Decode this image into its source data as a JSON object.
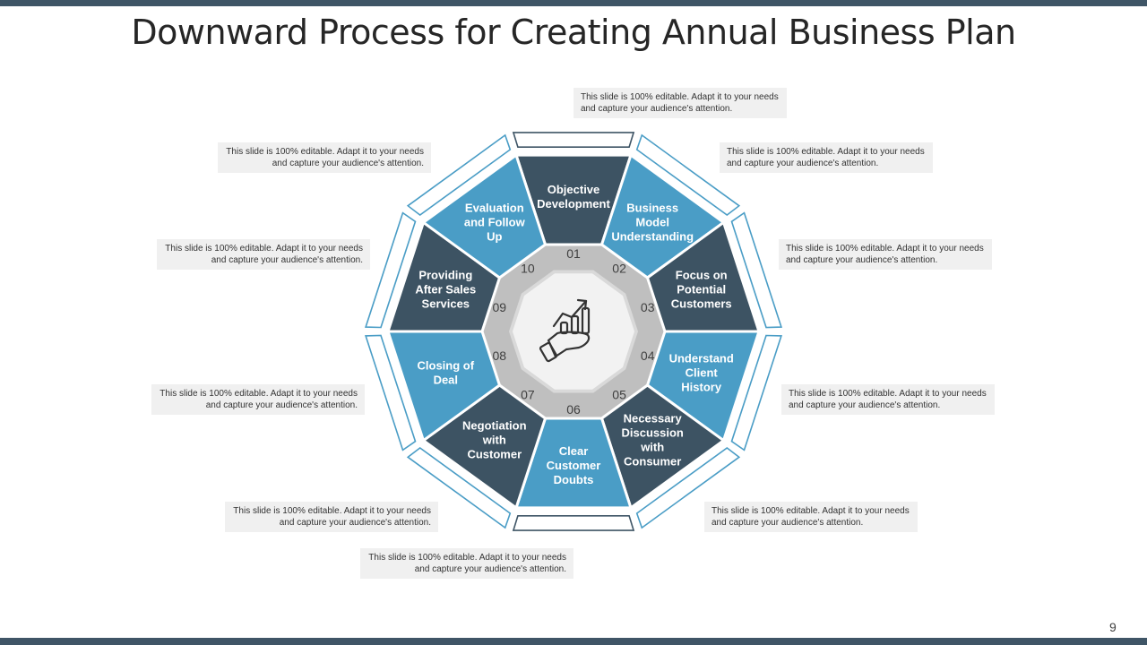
{
  "title": "Downward Process for Creating Annual Business Plan",
  "page_number": "9",
  "colors": {
    "dark": "#3d5363",
    "light": "#4a9dc6",
    "frame": "#4a9dc6",
    "frame_dark": "#3f5566",
    "ring": "#bfbfbf",
    "bar": "#3f5566"
  },
  "center_icon": "hand-growth-chart-icon",
  "steps": [
    {
      "number": "01",
      "label": [
        "Objective",
        "Development"
      ]
    },
    {
      "number": "02",
      "label": [
        "Business",
        "Model",
        "Understanding"
      ]
    },
    {
      "number": "03",
      "label": [
        "Focus on",
        "Potential",
        "Customers"
      ]
    },
    {
      "number": "04",
      "label": [
        "Understand",
        "Client",
        "History"
      ]
    },
    {
      "number": "05",
      "label": [
        "Necessary",
        "Discussion",
        "with",
        "Consumer"
      ]
    },
    {
      "number": "06",
      "label": [
        "Clear",
        "Customer",
        "Doubts"
      ]
    },
    {
      "number": "07",
      "label": [
        "Negotiation",
        "with",
        "Customer"
      ]
    },
    {
      "number": "08",
      "label": [
        "Closing of",
        "Deal"
      ]
    },
    {
      "number": "09",
      "label": [
        "Providing",
        "After  Sales",
        "Services"
      ]
    },
    {
      "number": "10",
      "label": [
        "Evaluation",
        "and Follow",
        "Up"
      ]
    }
  ],
  "notes": [
    "This slide is 100% editable.  Adapt it to your needs and capture your audience's attention.",
    "This slide is 100% editable.  Adapt it to your needs and capture your audience's attention.",
    "This slide is 100% editable.  Adapt it to your needs and capture your audience's attention.",
    "This slide is 100% editable.  Adapt it to your needs and capture your audience's attention.",
    "This slide is 100% editable.  Adapt it to your needs and capture your audience's attention.",
    "This slide is 100% editable.  Adapt it to your needs and capture your audience's attention.",
    "This slide is 100% editable.  Adapt it to your needs and capture your audience's attention.",
    "This slide is 100% editable.  Adapt it to your needs and capture your audience's attention.",
    "This slide is 100% editable.  Adapt it to your needs and capture your audience's attention.",
    "This slide is 100% editable.  Adapt it to your needs and capture your audience's attention."
  ]
}
